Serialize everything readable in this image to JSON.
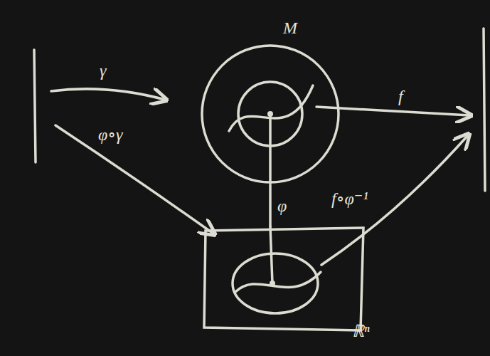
{
  "diagram": {
    "nodes": [
      {
        "text": [
          "M"
        ]
      },
      {
        "text": [
          "ℝⁿ"
        ]
      }
    ],
    "edges": [
      {
        "from": 0,
        "to": 1,
        "arrow": "none",
        "label": "φ"
      }
    ],
    "labels": [
      "γ",
      "f",
      "φ∘γ",
      "f∘φ⁻¹"
    ]
  }
}
